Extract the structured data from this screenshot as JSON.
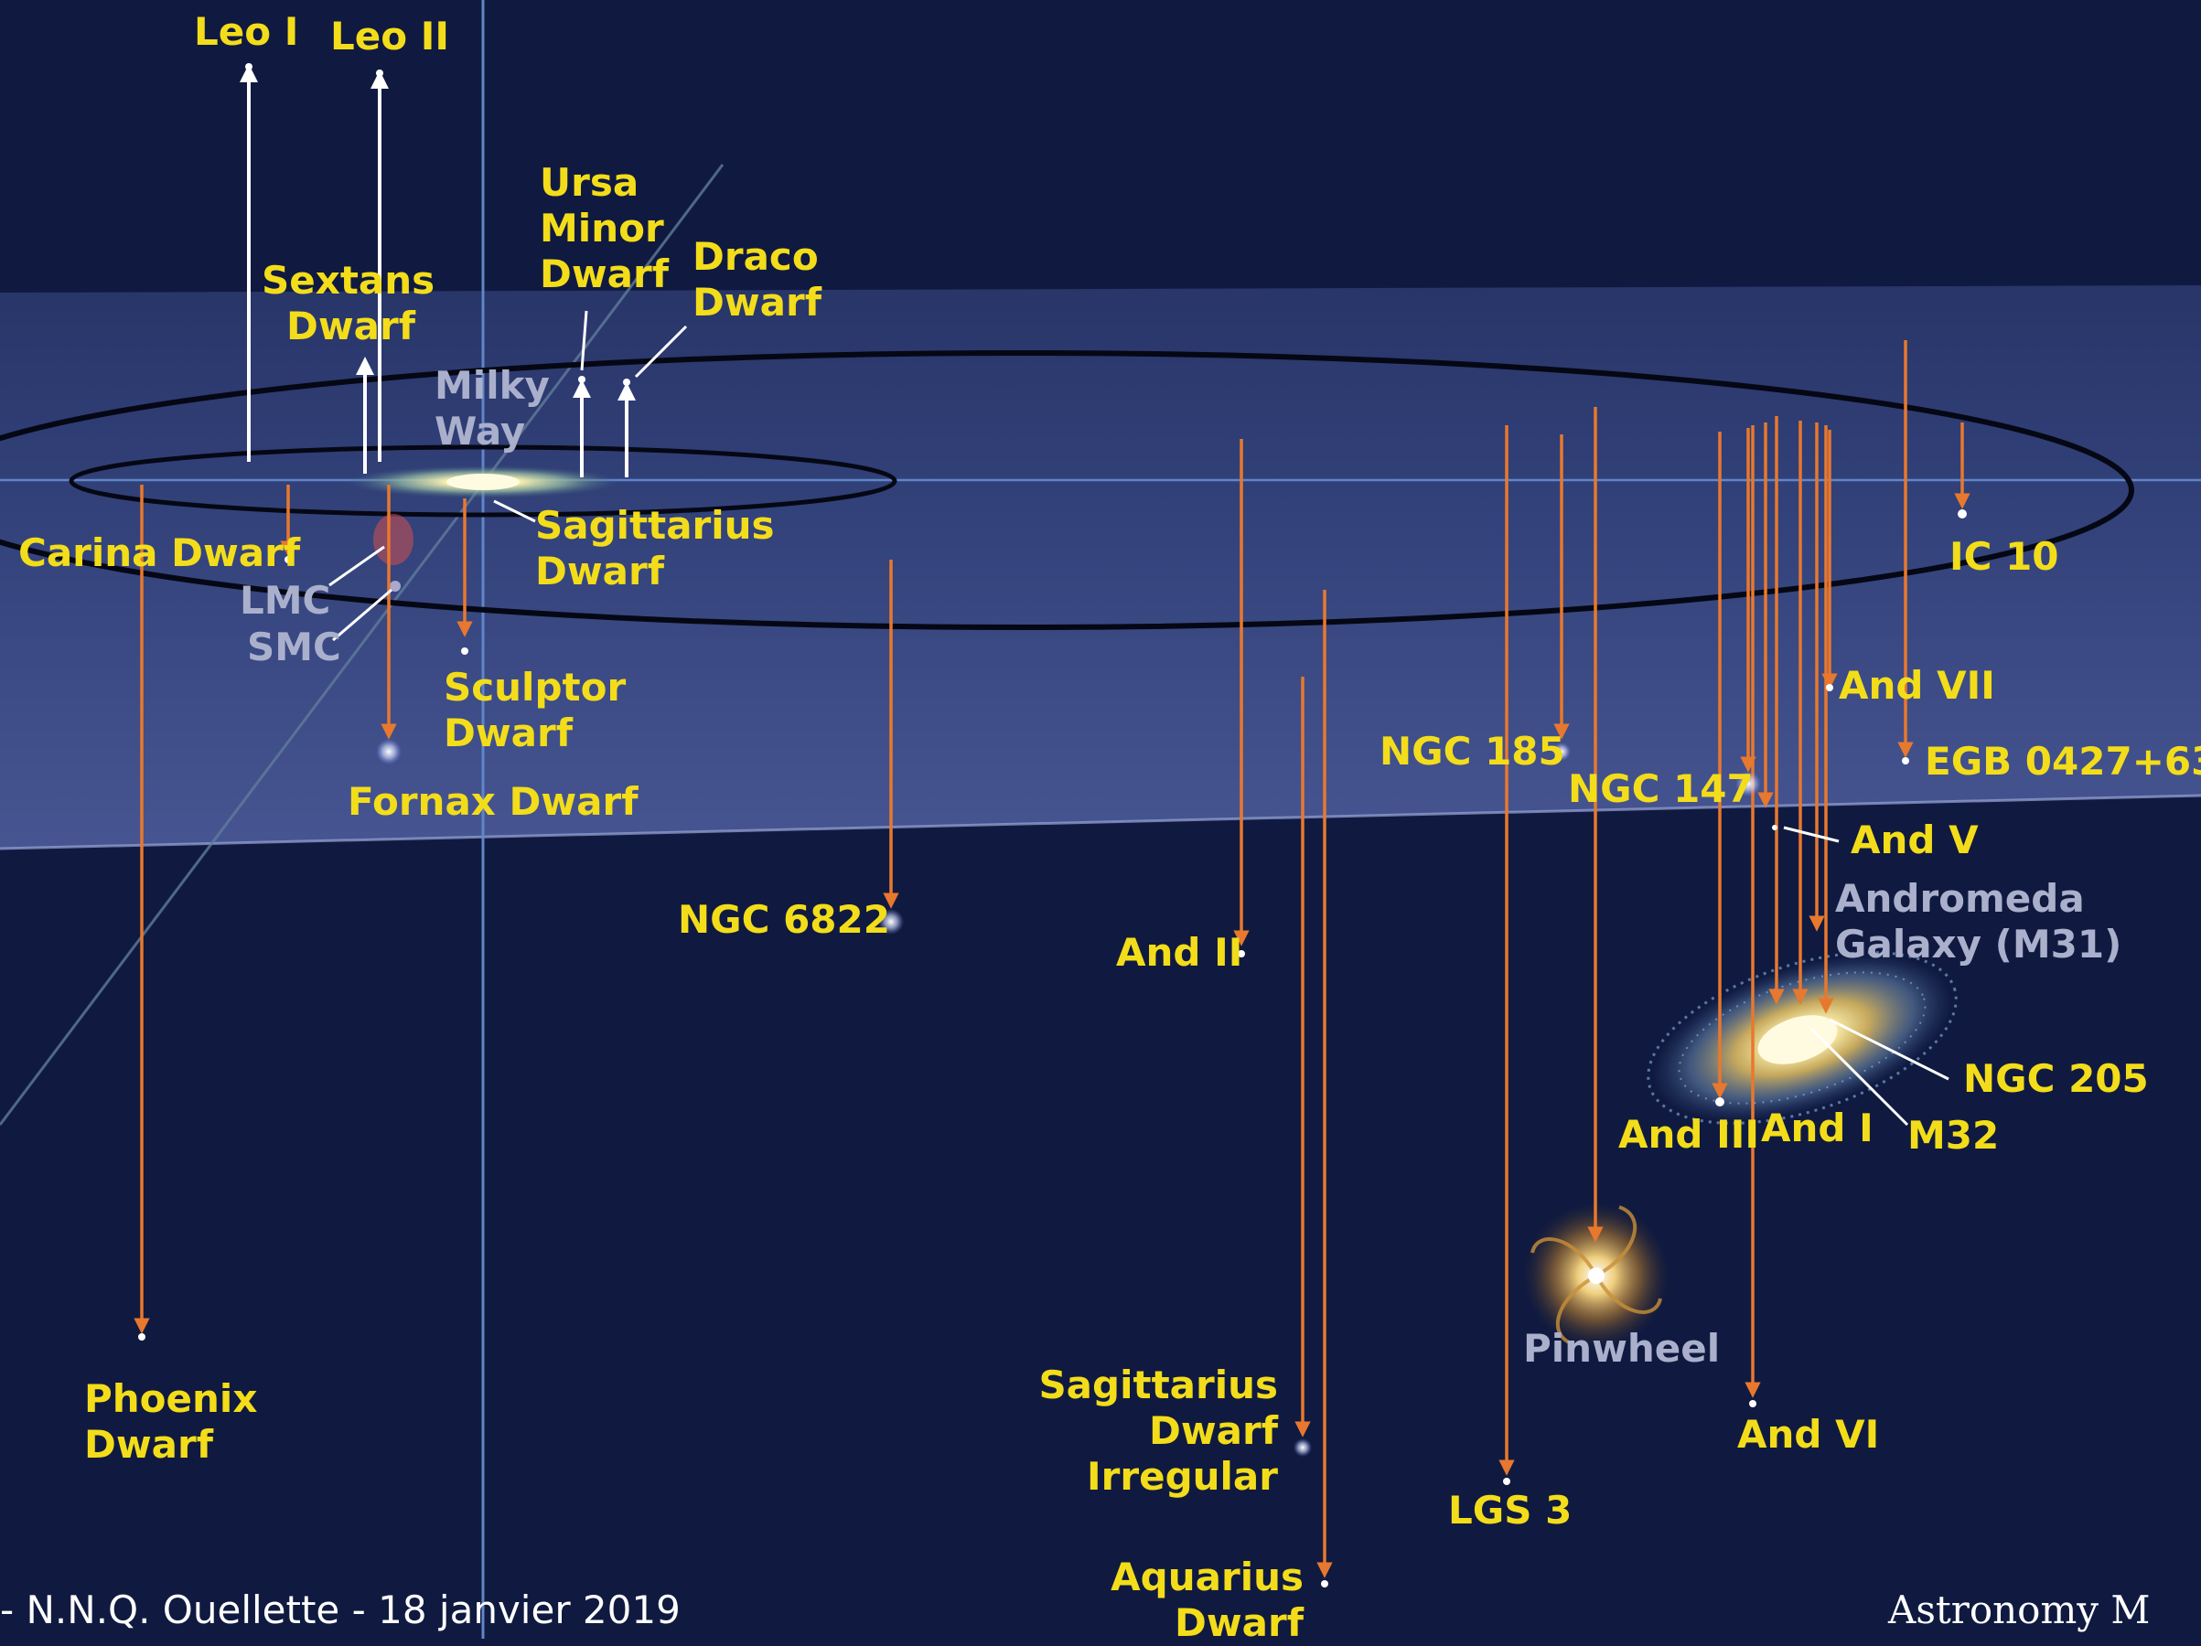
{
  "colors": {
    "background": "#101a40",
    "label": "#f3dd1a",
    "label_muted": "#aab0cc",
    "arrow_down": "#e8782e",
    "arrow_up": "#ffffff",
    "plane": "#3a4a86",
    "axis": "#5f86c8"
  },
  "labels": {
    "leo1": "Leo I",
    "leo2": "Leo II",
    "ursa": [
      "Ursa",
      "Minor",
      "Dwarf"
    ],
    "draco": [
      "Draco",
      "Dwarf"
    ],
    "sextans": [
      "Sextans",
      "Dwarf"
    ],
    "milkyway": [
      "Milky",
      "Way"
    ],
    "carina": "Carina Dwarf",
    "lmc": "LMC",
    "smc": "SMC",
    "sagittarius": [
      "Sagittarius",
      "Dwarf"
    ],
    "sculptor": [
      "Sculptor",
      "Dwarf"
    ],
    "fornax": "Fornax Dwarf",
    "ngc6822": "NGC 6822",
    "and2": "And II",
    "ngc185": "NGC 185",
    "ngc147": "NGC 147",
    "ic10": "IC 10",
    "and7": "And VII",
    "egb": "EGB 0427+63",
    "and5": "And V",
    "andromeda": [
      "Andromeda",
      "Galaxy (M31)"
    ],
    "ngc205": "NGC 205",
    "m32": "M32",
    "and3": "And III",
    "and1": "And I",
    "pinwheel": "Pinwheel",
    "and6": "And VI",
    "phoenix": [
      "Phoenix",
      "Dwarf"
    ],
    "sdig": [
      "Sagittarius",
      "Dwarf",
      "Irregular"
    ],
    "lgs3": "LGS 3",
    "aquarius": [
      "Aquarius",
      "Dwarf"
    ]
  },
  "credits": {
    "left": "- N.N.Q. Ouellette - 18 janvier 2019",
    "right": "Astronomy M"
  }
}
